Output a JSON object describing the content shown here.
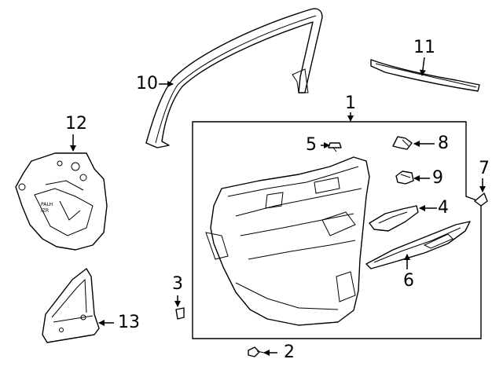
{
  "callouts": {
    "c1": "1",
    "c2": "2",
    "c3": "3",
    "c4": "4",
    "c5": "5",
    "c6": "6",
    "c7": "7",
    "c8": "8",
    "c9": "9",
    "c10": "10",
    "c11": "11",
    "c12": "12",
    "c13": "13"
  },
  "deflector_stamp": {
    "line1": "PALH",
    "line2": "IZR"
  },
  "colors": {
    "line": "#000000",
    "background": "#ffffff"
  }
}
